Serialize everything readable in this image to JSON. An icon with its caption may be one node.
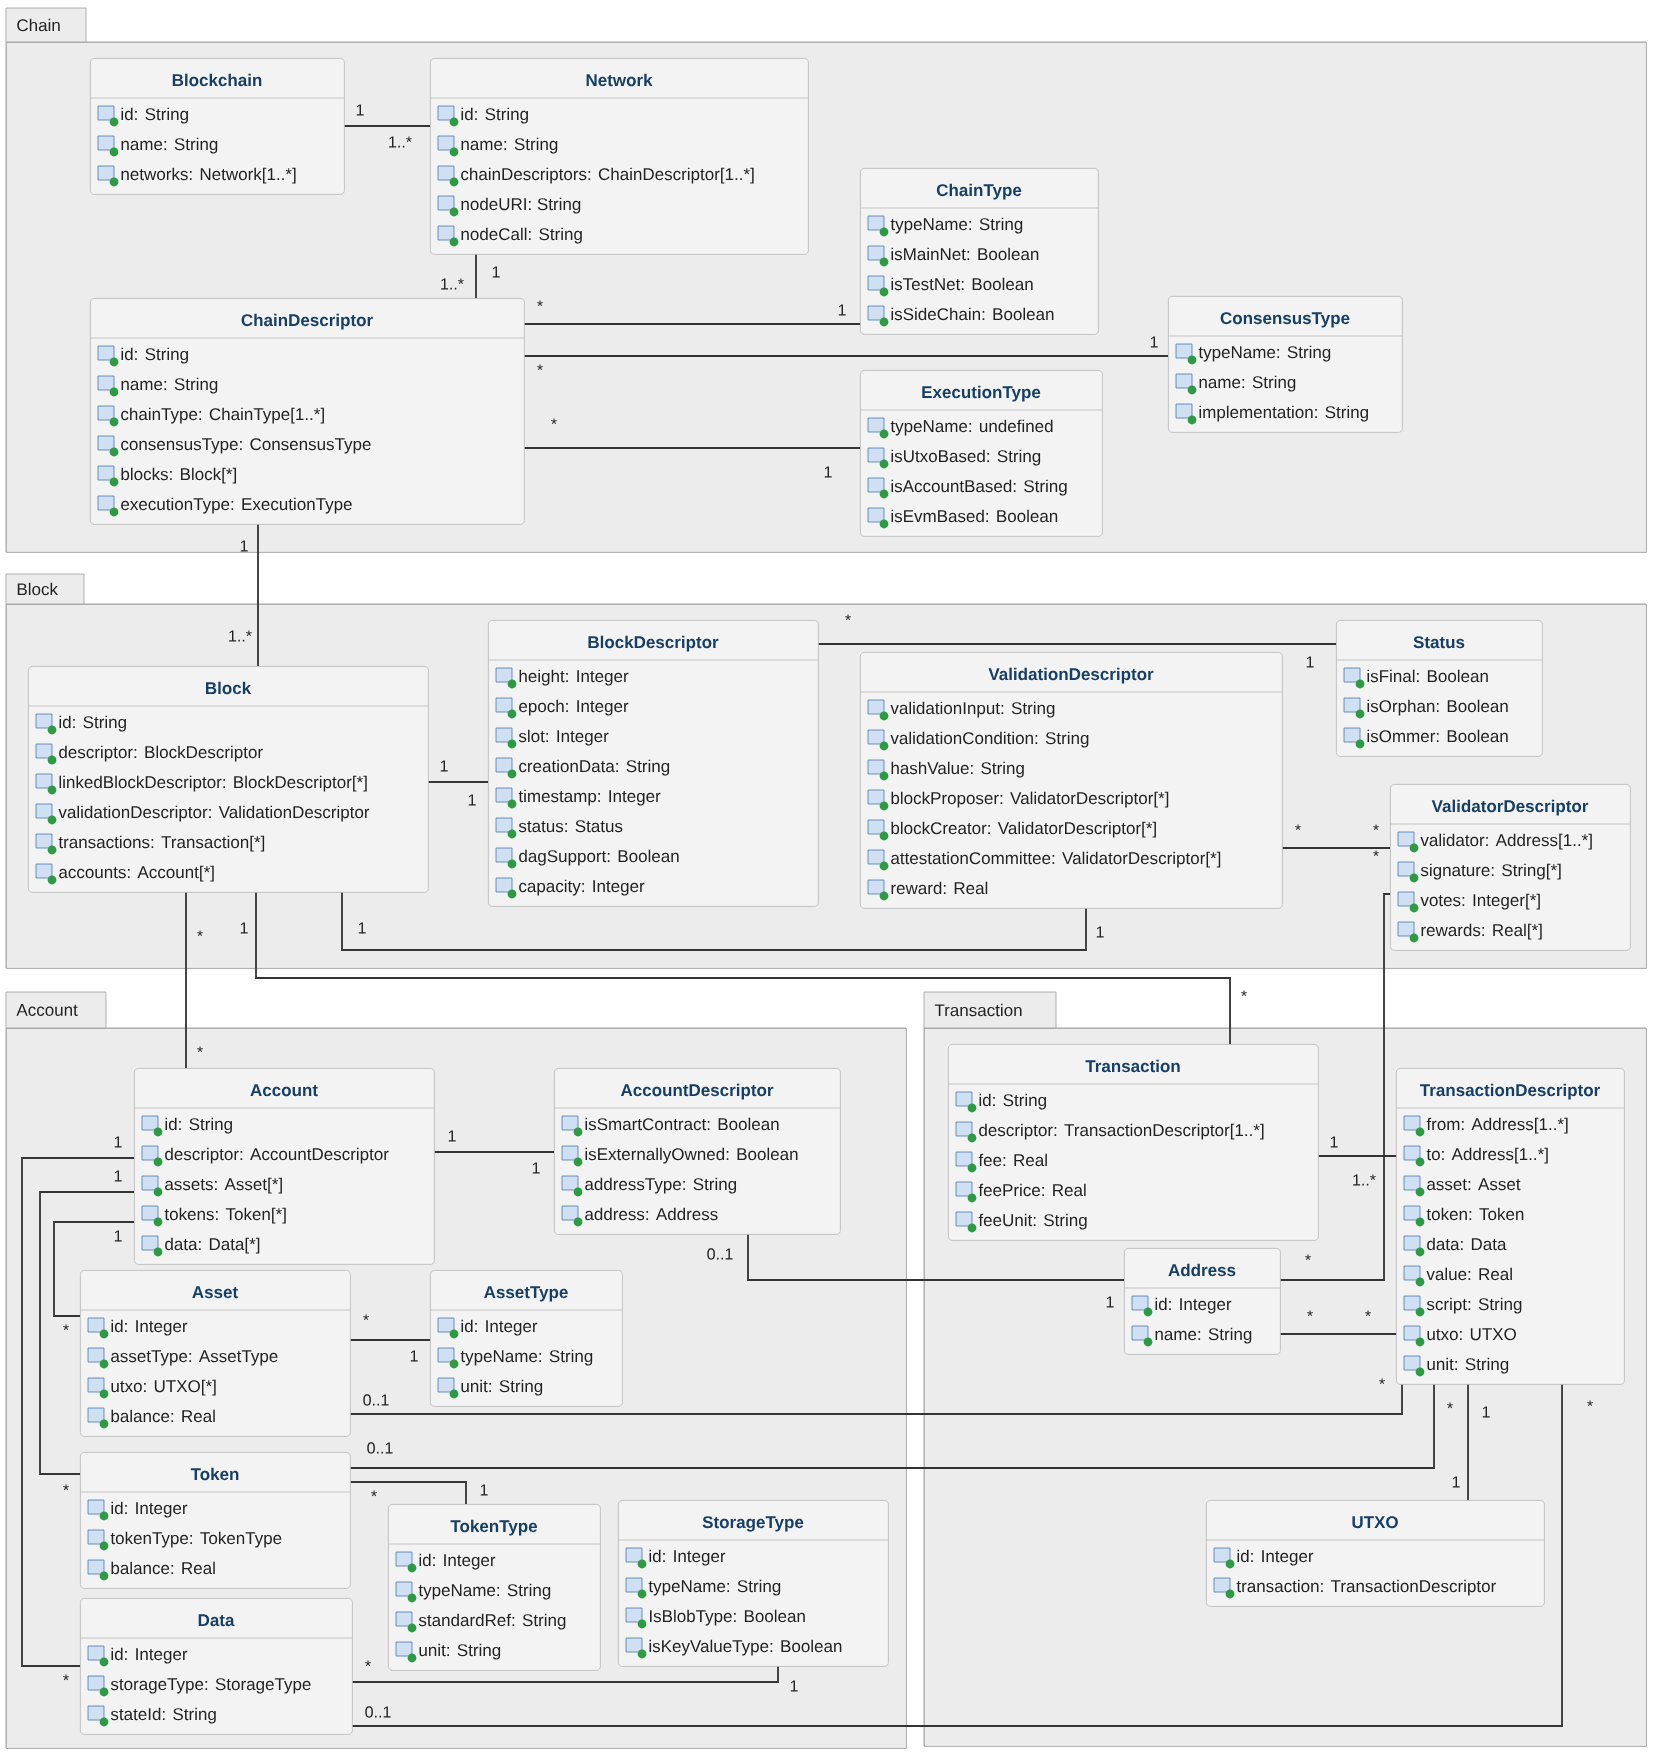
{
  "diagram": {
    "nodes": [
      {
        "text": [
          "Chain"
        ]
      },
      {
        "text": [
          "Blockchain",
          "id: String",
          "name: String",
          "networks: Network[1..*]"
        ],
        "in": 0
      },
      {
        "text": [
          "Network",
          "id: String",
          "name: String",
          "chainDescriptors: ChainDescriptor[1..*]",
          "nodeURI: String",
          "nodeCall: String"
        ],
        "in": 0
      },
      {
        "text": [
          "ChainDescriptor",
          "id: String",
          "name: String",
          "chainType: ChainType[1..*]",
          "consensusType: ConsensusType",
          "blocks: Block[*]",
          "executionType: ExecutionType"
        ],
        "in": 0
      },
      {
        "text": [
          "ChainType",
          "typeName: String",
          "isMainNet: Boolean",
          "isTestNet: Boolean",
          "isSideChain: Boolean"
        ],
        "in": 0
      },
      {
        "text": [
          "ConsensusType",
          "typeName: String",
          "name: String",
          "implementation: String"
        ],
        "in": 0
      },
      {
        "text": [
          "ExecutionType",
          "typeName: undefined",
          "isUtxoBased: String",
          "isAccountBased: String",
          "isEvmBased: Boolean"
        ],
        "in": 0
      },
      {
        "text": [
          "Block"
        ]
      },
      {
        "text": [
          "Block",
          "id: String",
          "descriptor: BlockDescriptor",
          "linkedBlockDescriptor: BlockDescriptor[*]",
          "validationDescriptor: ValidationDescriptor",
          "transactions: Transaction[*]",
          "accounts: Account[*]"
        ],
        "in": 7
      },
      {
        "text": [
          "BlockDescriptor",
          "height: Integer",
          "epoch: Integer",
          "slot: Integer",
          "creationData: String",
          "timestamp: Integer",
          "status: Status",
          "dagSupport: Boolean",
          "capacity: Integer"
        ],
        "in": 7
      },
      {
        "text": [
          "ValidationDescriptor",
          "validationInput: String",
          "validationCondition: String",
          "hashValue: String",
          "blockProposer: ValidatorDescriptor[*]",
          "blockCreator: ValidatorDescriptor[*]",
          "attestationCommittee: ValidatorDescriptor[*]",
          "reward: Real"
        ],
        "in": 7
      },
      {
        "text": [
          "Status",
          "isFinal: Boolean",
          "isOrphan: Boolean",
          "isOmmer: Boolean"
        ],
        "in": 7
      },
      {
        "text": [
          "ValidatorDescriptor",
          "validator: Address[1..*]",
          "signature: String[*]",
          "votes: Integer[*]",
          "rewards: Real[*]"
        ],
        "in": 7
      },
      {
        "text": [
          "Account"
        ]
      },
      {
        "text": [
          "Account",
          "id: String",
          "descriptor: AccountDescriptor",
          "assets: Asset[*]",
          "tokens: Token[*]",
          "data: Data[*]"
        ],
        "in": 13
      },
      {
        "text": [
          "AccountDescriptor",
          "isSmartContract: Boolean",
          "isExternallyOwned: Boolean",
          "addressType: String",
          "address: Address"
        ],
        "in": 13
      },
      {
        "text": [
          "Asset",
          "id: Integer",
          "assetType: AssetType",
          "utxo: UTXO[*]",
          "balance: Real"
        ],
        "in": 13
      },
      {
        "text": [
          "AssetType",
          "id: Integer",
          "typeName: String",
          "unit: String"
        ],
        "in": 13
      },
      {
        "text": [
          "Token",
          "id: Integer",
          "tokenType: TokenType",
          "balance: Real"
        ],
        "in": 13
      },
      {
        "text": [
          "TokenType",
          "id: Integer",
          "typeName: String",
          "standardRef: String",
          "unit: String"
        ],
        "in": 13
      },
      {
        "text": [
          "StorageType",
          "id: Integer",
          "typeName: String",
          "IsBlobType: Boolean",
          "isKeyValueType: Boolean"
        ],
        "in": 13
      },
      {
        "text": [
          "Data",
          "id: Integer",
          "storageType: StorageType",
          "stateId: String"
        ],
        "in": 13
      },
      {
        "text": [
          "Transaction"
        ]
      },
      {
        "text": [
          "Transaction",
          "id: String",
          "descriptor: TransactionDescriptor[1..*]",
          "fee: Real",
          "feePrice: Real",
          "feeUnit: String"
        ],
        "in": 22
      },
      {
        "text": [
          "Address",
          "id: Integer",
          "name: String"
        ],
        "in": 22
      },
      {
        "text": [
          "TransactionDescriptor",
          "from: Address[1..*]",
          "to: Address[1..*]",
          "asset: Asset",
          "token: Token",
          "data: Data",
          "value: Real",
          "script: String",
          "utxo: UTXO",
          "unit: String"
        ],
        "in": 22
      },
      {
        "text": [
          "UTXO",
          "id: Integer",
          "transaction: TransactionDescriptor"
        ],
        "in": 22
      }
    ],
    "edges": [
      {
        "from": 1,
        "to": 2,
        "arrow": "none"
      },
      {
        "from": 2,
        "to": 3,
        "arrow": "none"
      },
      {
        "from": 3,
        "to": 4,
        "arrow": "none"
      },
      {
        "from": 3,
        "to": 5,
        "arrow": "none"
      },
      {
        "from": 3,
        "to": 6,
        "arrow": "none"
      },
      {
        "from": 3,
        "to": 8,
        "arrow": "none"
      },
      {
        "from": 8,
        "to": 9,
        "arrow": "none"
      },
      {
        "from": 9,
        "to": 11,
        "arrow": "none"
      },
      {
        "from": 10,
        "to": 12,
        "arrow": "none"
      },
      {
        "from": 8,
        "to": 10,
        "arrow": "none"
      },
      {
        "from": 8,
        "to": 23,
        "arrow": "none"
      },
      {
        "from": 8,
        "to": 14,
        "arrow": "none"
      },
      {
        "from": 14,
        "to": 15,
        "arrow": "none"
      },
      {
        "from": 15,
        "to": 24,
        "arrow": "none"
      },
      {
        "from": 12,
        "to": 24,
        "arrow": "none"
      },
      {
        "from": 14,
        "to": 21,
        "arrow": "none"
      },
      {
        "from": 14,
        "to": 18,
        "arrow": "none"
      },
      {
        "from": 14,
        "to": 16,
        "arrow": "none"
      },
      {
        "from": 16,
        "to": 17,
        "arrow": "none"
      },
      {
        "from": 16,
        "to": 25,
        "arrow": "none"
      },
      {
        "from": 18,
        "to": 19,
        "arrow": "none"
      },
      {
        "from": 18,
        "to": 25,
        "arrow": "none"
      },
      {
        "from": 21,
        "to": 20,
        "arrow": "none"
      },
      {
        "from": 21,
        "to": 25,
        "arrow": "none"
      },
      {
        "from": 23,
        "to": 25,
        "arrow": "none"
      },
      {
        "from": 24,
        "to": 25,
        "arrow": "none"
      },
      {
        "from": 25,
        "to": 26,
        "arrow": "none"
      }
    ],
    "labels": [
      "1",
      "1..*",
      "1",
      "1..*",
      "*",
      "1",
      "*",
      "1",
      "*",
      "1",
      "1",
      "1..*",
      "1",
      "1",
      "*",
      "1",
      "*",
      "*",
      "*",
      "1",
      "1",
      "1",
      "*",
      "*",
      "1",
      "1",
      "0..1",
      "1",
      "*",
      "*",
      "1",
      "*",
      "1",
      "*",
      "1",
      "*",
      "*",
      "1",
      "0..1",
      "*",
      "*",
      "1",
      "0..1",
      "*",
      "*",
      "1",
      "0..1",
      "*",
      "1",
      "1..*",
      "*",
      "*",
      "1",
      "1"
    ]
  }
}
